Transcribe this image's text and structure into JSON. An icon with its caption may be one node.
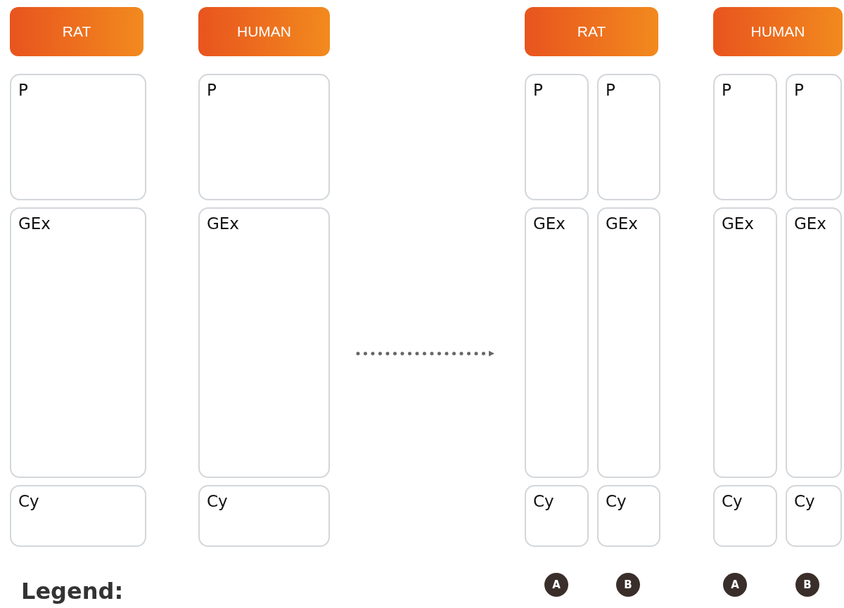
{
  "diagram": {
    "nodes": [
      {
        "text": [
          "RAT"
        ]
      },
      {
        "text": [
          "HUMAN"
        ]
      },
      {
        "text": [
          "RAT"
        ]
      },
      {
        "text": [
          "HUMAN"
        ]
      },
      {
        "text": [
          "P"
        ]
      },
      {
        "text": [
          "P"
        ]
      },
      {
        "text": [
          "P"
        ]
      },
      {
        "text": [
          "P"
        ]
      },
      {
        "text": [
          "P"
        ]
      },
      {
        "text": [
          "P"
        ]
      },
      {
        "text": [
          "GEx"
        ]
      },
      {
        "text": [
          "GEx"
        ]
      },
      {
        "text": [
          "GEx"
        ]
      },
      {
        "text": [
          "GEx"
        ]
      },
      {
        "text": [
          "GEx"
        ]
      },
      {
        "text": [
          "GEx"
        ]
      },
      {
        "text": [
          "Cy"
        ]
      },
      {
        "text": [
          "Cy"
        ]
      },
      {
        "text": [
          "Cy"
        ]
      },
      {
        "text": [
          "Cy"
        ]
      },
      {
        "text": [
          "Cy"
        ]
      },
      {
        "text": [
          "Cy"
        ]
      },
      {
        "text": [
          "A"
        ]
      },
      {
        "text": [
          "B"
        ]
      },
      {
        "text": [
          "A"
        ]
      },
      {
        "text": [
          "B"
        ]
      }
    ],
    "edges": [
      {
        "from": 11,
        "to": 12,
        "arrow": "to",
        "style": "dashed"
      }
    ],
    "labels": [
      "Legend:"
    ]
  }
}
